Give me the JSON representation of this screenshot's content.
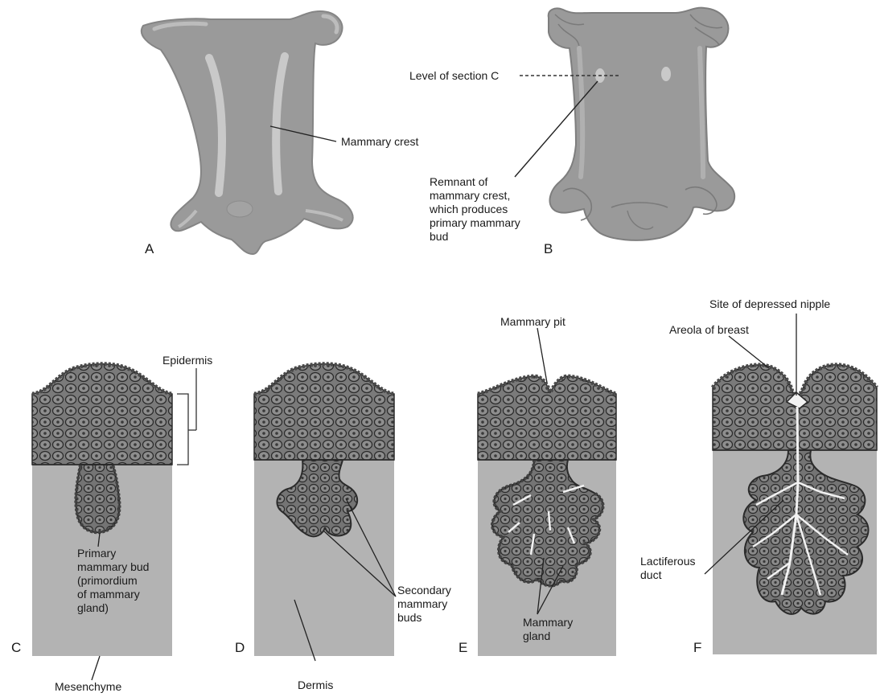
{
  "panels": {
    "a": "A",
    "b": "B",
    "c": "C",
    "d": "D",
    "e": "E",
    "f": "F"
  },
  "labels": {
    "mammary_crest": "Mammary crest",
    "level_of_section_c": "Level of section C",
    "remnant_mammary_crest": "Remnant of\nmammary crest,\nwhich produces\nprimary mammary\nbud",
    "epidermis": "Epidermis",
    "primary_mammary_bud": "Primary\nmammary bud\n(primordium\nof mammary\ngland)",
    "mesenchyme": "Mesenchyme",
    "dermis": "Dermis",
    "secondary_mammary_buds": "Secondary\nmammary\nbuds",
    "mammary_pit": "Mammary pit",
    "mammary_gland": "Mammary\ngland",
    "site_of_depressed_nipple": "Site of depressed nipple",
    "areola_of_breast": "Areola of breast",
    "lactiferous_duct": "Lactiferous\nduct"
  },
  "colors": {
    "embryo_fill": "#9a9a9a",
    "embryo_edge": "#7d7d7d",
    "crest_highlight": "#c9c9c9",
    "dermis_fill": "#b3b3b3",
    "epidermis_fill": "#6e6e6e",
    "cell_outline": "#2b2b2b",
    "duct_lumen": "#f2f2f2",
    "leader_line": "#222222"
  }
}
